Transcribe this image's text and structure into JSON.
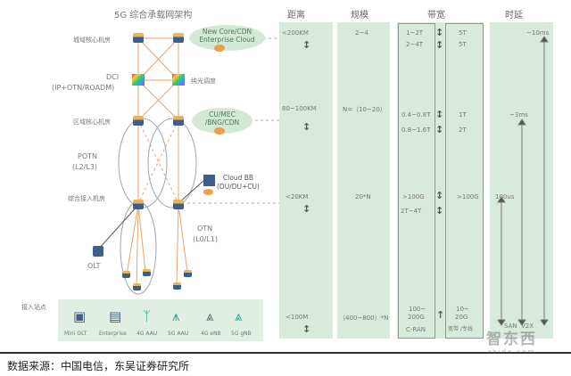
{
  "title": "5G 综合承载网架构",
  "columns": {
    "distance": "距离",
    "scale": "规模",
    "bandwidth": "带宽",
    "latency": "时延"
  },
  "layers": [
    "城域核心机房",
    "DCI",
    "(IP+OTN/ROADM)",
    "纯光调度",
    "区域核心机房",
    "POTN",
    "(L2/L3)",
    "综合接入机房",
    "OTN",
    "(L0/L1)",
    "OLT",
    "接入站点"
  ],
  "clouds": {
    "core": [
      "New Core/CDN",
      "Enterprise Cloud"
    ],
    "regional": [
      "CU/MEC",
      "/BNG/CDN"
    ],
    "cloud_bb": [
      "Cloud BB",
      "(DU/DU+CU)"
    ]
  },
  "access_devices": [
    "Mini OLT",
    "Enterprise",
    "4G AAU",
    "5G AAU",
    "4G eNB",
    "5G gNB"
  ],
  "distance": [
    "<200KM",
    "80~100KM",
    "<20KM",
    "<100M"
  ],
  "scale": [
    "2~4",
    "N=（10~20）",
    "20*N",
    "（400~800）*N"
  ],
  "bandwidth_left": [
    "1~2T",
    "2~4T",
    "0.4~0.8T",
    "0.8~1.6T",
    ">100G",
    "2T~4T",
    "100~",
    "200G",
    "C-RAN"
  ],
  "bandwidth_right": [
    "5T",
    "5T",
    "1T",
    "2T",
    ">100G",
    "10~",
    "20G",
    "宽带 /专线"
  ],
  "latency": [
    "~10ms",
    "~3ms",
    "100us",
    "SAN",
    "V2X"
  ],
  "source": "数据来源：中国电信，东吴证券研究所",
  "watermark": [
    "智东西",
    "zhidx.com"
  ]
}
